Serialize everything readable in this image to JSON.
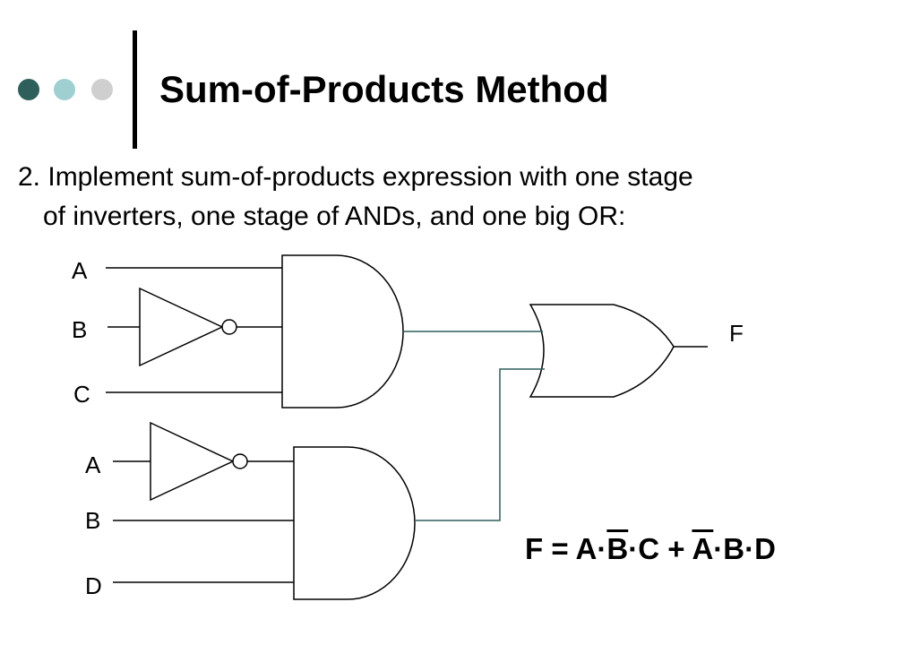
{
  "slide": {
    "title": "Sum-of-Products Method",
    "body_line1": "2.  Implement sum-of-products expression with one stage",
    "body_line2": "of inverters, one stage of ANDs, and one big OR:"
  },
  "bullets": {
    "colors": [
      "#2e5f5b",
      "#9fcfd0",
      "#cfcfcf"
    ]
  },
  "circuit": {
    "inputs": [
      "A",
      "B",
      "C",
      "A",
      "B",
      "D"
    ],
    "output": "F"
  },
  "formula": {
    "lhs": "F = A·",
    "b1": "B",
    "mid1": "·C + ",
    "a2": "A",
    "rest": "·B·D"
  }
}
